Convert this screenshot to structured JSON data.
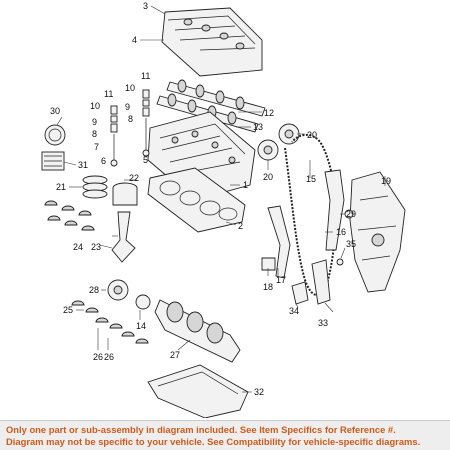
{
  "callouts": [
    "1",
    "2",
    "3",
    "4",
    "5",
    "6",
    "7",
    "8",
    "9",
    "10",
    "11",
    "12",
    "13",
    "14",
    "15",
    "16",
    "17",
    "18",
    "19",
    "20",
    "21",
    "22",
    "23",
    "24",
    "25",
    "26",
    "27",
    "28",
    "29",
    "30",
    "31",
    "32",
    "33",
    "34",
    "35"
  ],
  "callouts_extra": [
    "8",
    "9",
    "10",
    "11",
    "20",
    "26"
  ],
  "disclaimer": {
    "line1": "Only one part or sub-assembly in diagram included. See Item Specifics for Reference #.",
    "line2": "Diagram may not be specific to your vehicle. See Compatibility for vehicle-specific diagrams."
  },
  "colors": {
    "disclaimer_text": "#d35a1a",
    "disclaimer_bg": "#eeeeee"
  }
}
